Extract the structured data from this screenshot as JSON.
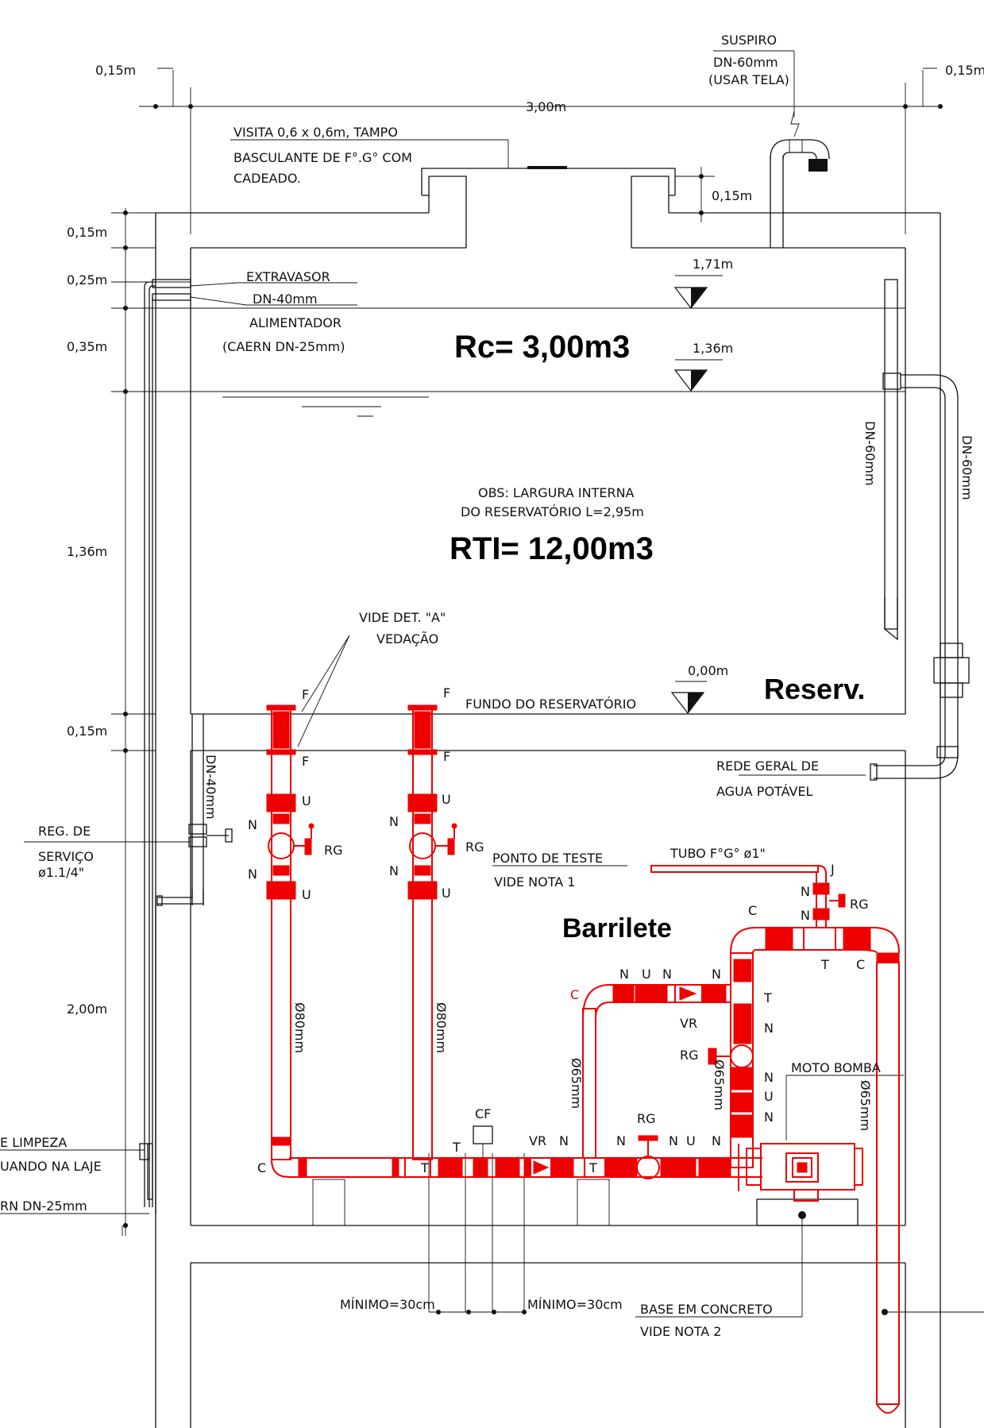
{
  "dims": {
    "d1": "0,15m",
    "d2": "0,15m",
    "width": "3,00m",
    "lid": "0,15m",
    "top": "0,15m",
    "extravasor": "0,25m",
    "alim": "0,35m",
    "mid": "1,36m",
    "bottom": "0,15m",
    "barrilete": "2,00m"
  },
  "levels": {
    "l1": "1,71m",
    "l2": "1,36m",
    "l3": "0,00m"
  },
  "labels": {
    "suspiro": "SUSPIRO",
    "suspiro_dn": "DN-60mm",
    "suspiro_tela": "(USAR TELA)",
    "visita1": "VISITA 0,6 x 0,6m, TAMPO",
    "visita2": "BASCULANTE DE F°.G° COM",
    "visita3": "CADEADO.",
    "extravasor": "EXTRAVASOR",
    "extravasor_dn": "DN-40mm",
    "alimentador": "ALIMENTADOR",
    "alimentador_dn": "(CAERN DN-25mm)",
    "rc": "Rc= 3,00m3",
    "obs1": "OBS: LARGURA INTERNA",
    "obs2": "DO RESERVATÓRIO L=2,95m",
    "rti": "RTI= 12,00m3",
    "vide1": "VIDE DET. \"A\"",
    "vide2": "VEDAÇÃO",
    "fundo": "FUNDO DO RESERVATÓRIO",
    "reserv": "Reserv.",
    "rede1": "REDE GERAL DE",
    "rede2": "AGUA POTÁVEL",
    "dn60a": "DN-60mm",
    "dn60b": "DN-60mm",
    "dn40": "DN-40mm",
    "reg1": "REG. DE",
    "reg2": "SERVIÇO",
    "reg3": "ø1.1/4\"",
    "ponto1": "PONTO DE TESTE",
    "ponto2": "VIDE NOTA 1",
    "tubo": "TUBO F°G° ø1\"",
    "barrilete": "Barrilete",
    "moto": "MOTO BOMBA",
    "o80a": "Ø80mm",
    "o80b": "Ø80mm",
    "o65a": "Ø65mm",
    "o65b": "Ø65mm",
    "o65c": "Ø65mm",
    "limpeza1": "E LIMPEZA",
    "limpeza2": "UANDO NA LAJE",
    "caern": "RN DN-25mm",
    "min1": "MÍNIMO=30cm",
    "min2": "MÍNIMO=30cm",
    "base1": "BASE EM CONCRETO",
    "base2": "VIDE NOTA 2"
  },
  "fittings": {
    "F": "F",
    "U": "U",
    "N": "N",
    "RG": "RG",
    "J": "J",
    "C": "C",
    "T": "T",
    "VR": "VR",
    "CF": "CF"
  }
}
